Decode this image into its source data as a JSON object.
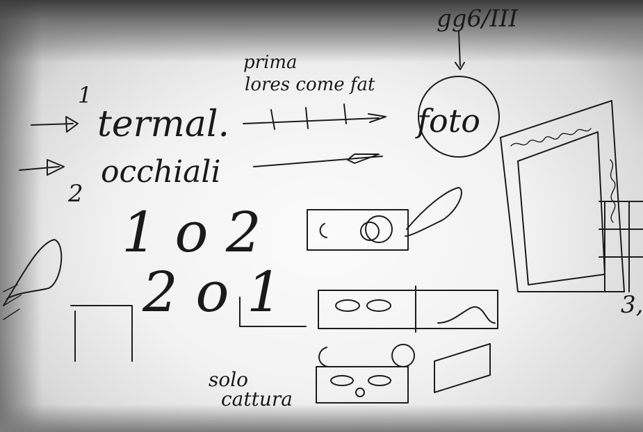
{
  "whiteboard": {
    "note_top_right": "gg6/III",
    "note_prima_line1": "prima",
    "note_prima_line2": "lores come fat",
    "label_one": "1",
    "label_termal": "termal.",
    "label_occhiali": "occhiali",
    "label_two_small": "2",
    "label_foto": "foto",
    "sequence_1o2": "1 o 2",
    "sequence_2o1": "2 o 1",
    "note_solo_line1": "solo",
    "note_solo_line2": "cattura",
    "edge_note": "3,"
  }
}
